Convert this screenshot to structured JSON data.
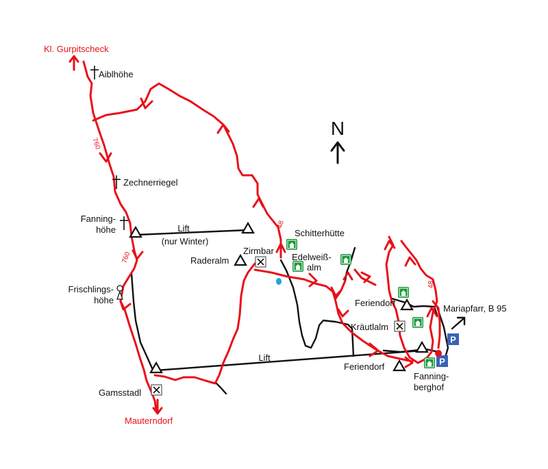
{
  "north_label": "N",
  "route_number": "760",
  "route_number_2": "48",
  "lift_label_1": "Lift",
  "lift_label_1_sub": "(nur Winter)",
  "lift_label_2": "Lift",
  "places": {
    "gurpitscheck": "Kl. Gurpitscheck",
    "aiblhoehe": "Aiblhöhe",
    "zechnerriegel": "Zechnerriegel",
    "fanninghoehe_1": "Fanning-",
    "fanninghoehe_2": "höhe",
    "frischlingshoehe_1": "Frischlings-",
    "frischlingshoehe_2": "höhe",
    "gamsstadl": "Gamsstadl",
    "mauterndorf": "Mauterndorf",
    "raderalm": "Raderalm",
    "zirmbar": "Zirmbar",
    "schitterhuette": "Schitterhütte",
    "edelweissalm_1": "Edelweiß-",
    "edelweissalm_2": "alm",
    "feriendorf_1": "Feriendorf",
    "feriendorf_2": "Feriendorf",
    "kraeutlalm": "Kräutlalm",
    "mariapfarr": "Mariapfarr, B 95",
    "fanningberghof_1": "Fanning-",
    "fanningberghof_2": "berghof"
  },
  "parking_label": "P",
  "colors": {
    "trail": "#e8101a",
    "road": "#111111",
    "hut": "#1c9a3c",
    "parking": "#3a62b8",
    "water": "#1aa3e8"
  },
  "icons": [
    "summit-cross-icon",
    "mountain-hut-icon",
    "restaurant-icon",
    "parking-icon",
    "lift-station-icon",
    "north-arrow-icon"
  ]
}
